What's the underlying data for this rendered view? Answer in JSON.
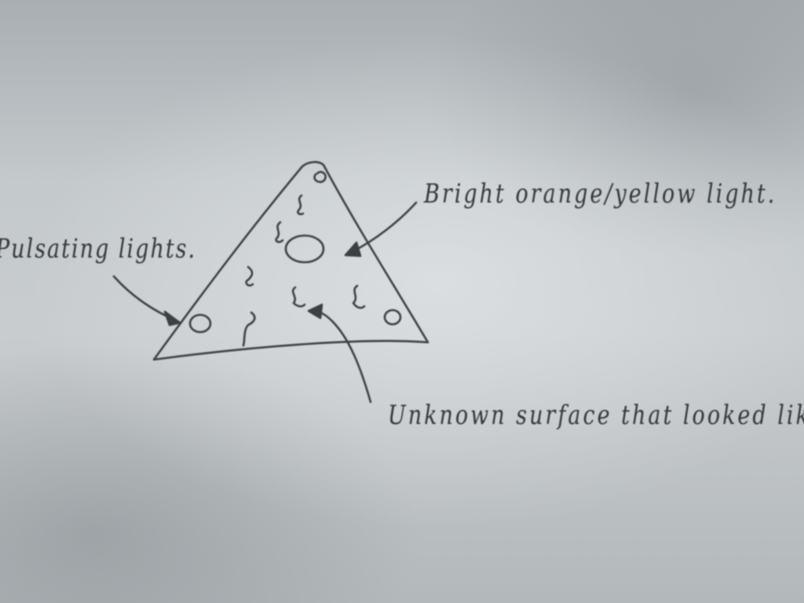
{
  "labels": {
    "pulsating": "Pulsating lights.",
    "bright": "Bright orange/yellow light.",
    "unknown": "Unknown surface that looked like"
  },
  "ink_color": "#3d3f41",
  "paper_color": "#c4c9cc"
}
